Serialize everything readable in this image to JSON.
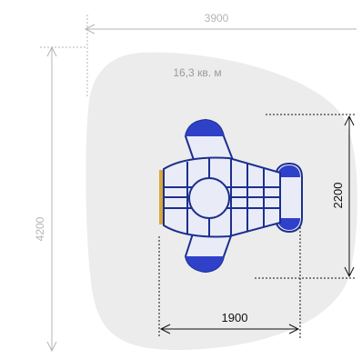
{
  "dimensions": {
    "width_label": "3900",
    "height_label": "4200",
    "area_label": "16,3 кв. м",
    "equipment_height_label": "2200",
    "equipment_width_label": "1900"
  },
  "colors": {
    "area_fill": "#ececec",
    "frame_blue": "#1c2f8f",
    "panel_blue": "#2f40c9",
    "light_fill": "#e9ecf6",
    "dimension_gray": "#b5b5b5",
    "dimension_black": "#111111",
    "wood_accent": "#d9a83a"
  },
  "icons": {
    "equipment": "airplane-springboard-icon"
  }
}
